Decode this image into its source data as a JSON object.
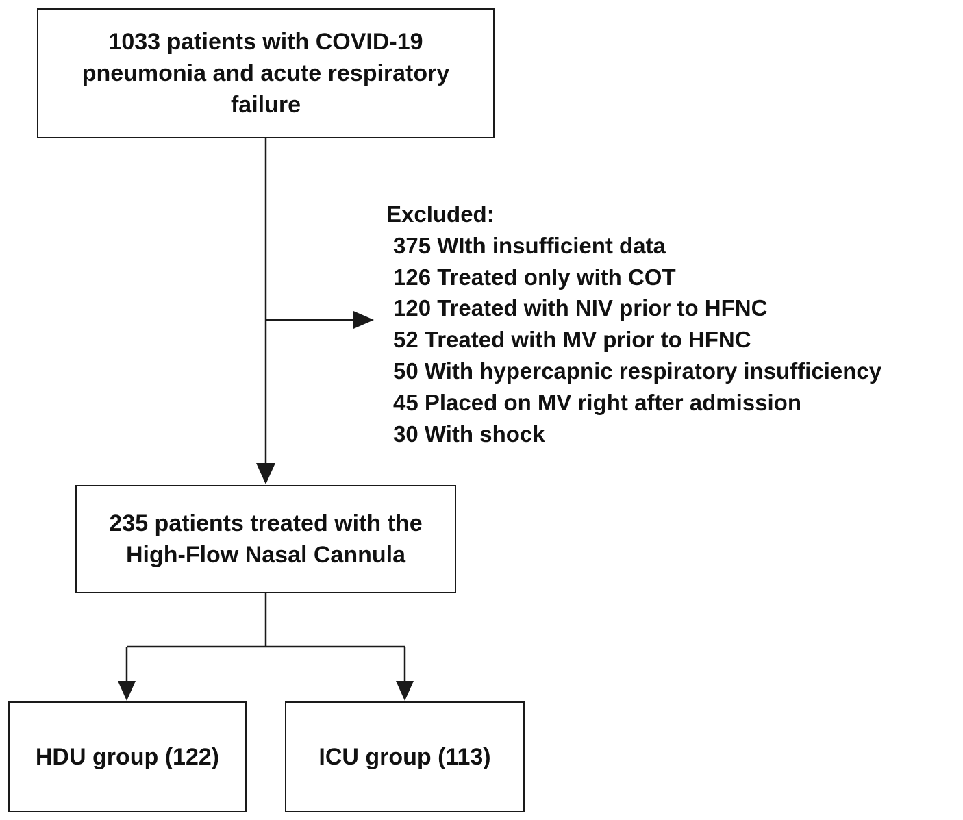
{
  "flowchart": {
    "top_box": {
      "lines": [
        "1033 patients with COVID-19",
        "pneumonia and acute respiratory",
        "failure"
      ]
    },
    "excluded": {
      "heading": "Excluded:",
      "items": [
        "375 WIth insufficient data",
        "126 Treated only with COT",
        "120 Treated with NIV prior to HFNC",
        "52 Treated with MV prior to HFNC",
        "50 With hypercapnic respiratory insufficiency",
        "45 Placed on MV right after admission",
        "30 With shock"
      ]
    },
    "middle_box": {
      "lines": [
        "235 patients treated with the",
        "High-Flow Nasal Cannula"
      ]
    },
    "hdu_box": {
      "label": "HDU group (122)"
    },
    "icu_box": {
      "label": "ICU group (113)"
    }
  }
}
